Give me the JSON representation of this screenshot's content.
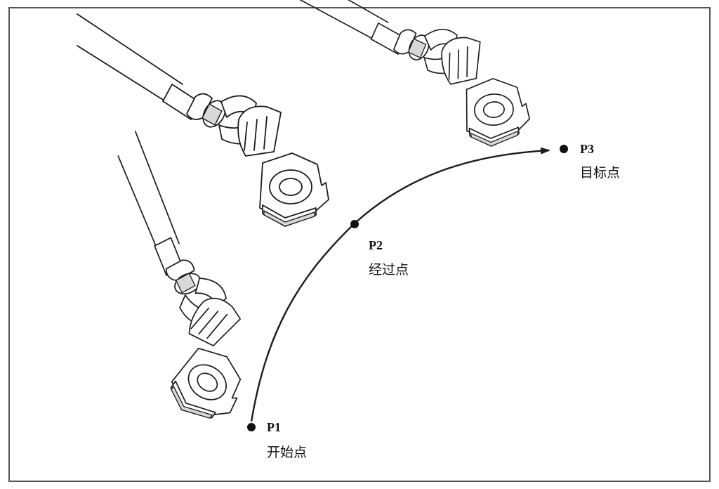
{
  "points": [
    {
      "id": "p1",
      "code": "P1",
      "name": "开始点"
    },
    {
      "id": "p2",
      "code": "P2",
      "name": "经过点"
    },
    {
      "id": "p3",
      "code": "P3",
      "name": "目标点"
    }
  ],
  "colors": {
    "ink": "#1c1c1c",
    "frame": "#555555",
    "background": "#ffffff"
  }
}
